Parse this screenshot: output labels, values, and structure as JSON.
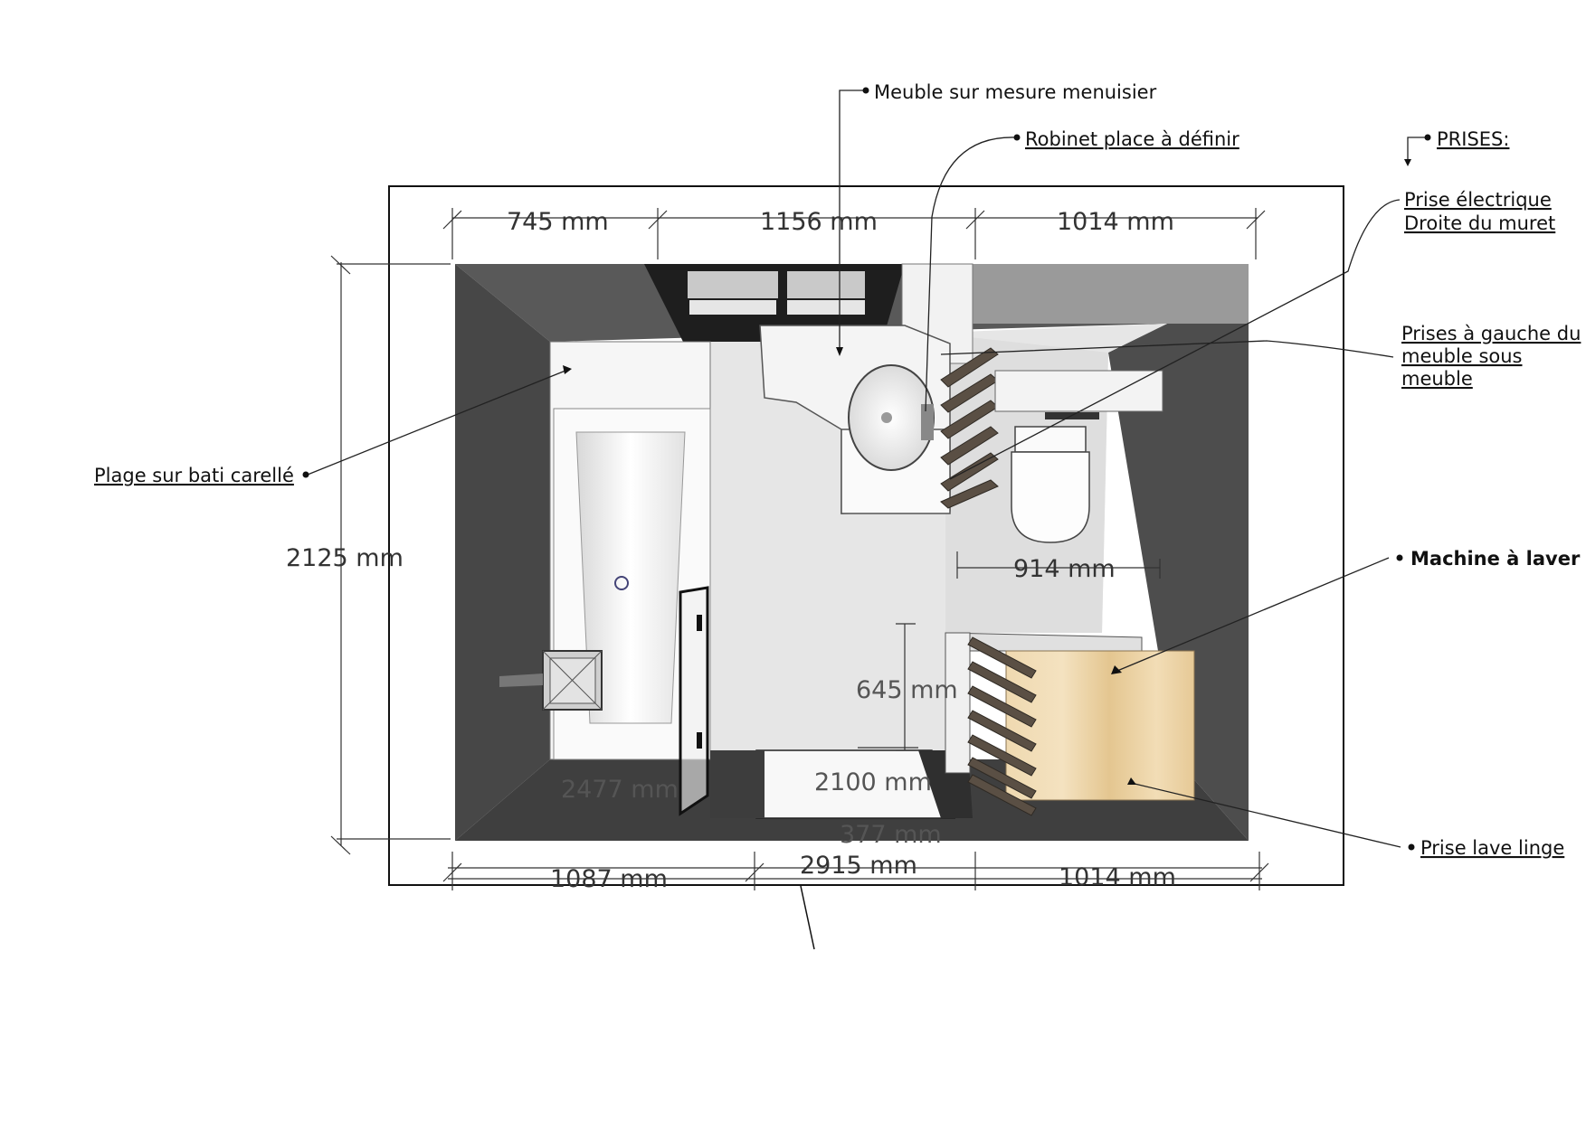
{
  "labels": {
    "meuble": "Meuble sur mesure menuisier",
    "robinet": "Robinet place à définir",
    "prises_title": "PRISES:",
    "prise_elec_1": "Prise électrique",
    "prise_elec_2": "Droite du muret",
    "prises_gauche_1": "Prises à gauche du",
    "prises_gauche_2": "meuble sous",
    "prises_gauche_3": "meuble",
    "plage": "Plage sur bati carellé",
    "machine": "Machine à laver",
    "prise_lave": "Prise lave linge"
  },
  "dimensions": {
    "top_left": "745 mm",
    "top_mid": "1156 mm",
    "top_right": "1014 mm",
    "left_height": "2125 mm",
    "toilet_width": "914 mm",
    "machine_depth": "645 mm",
    "bath_length": "2477 mm",
    "door_height": "2100 mm",
    "door_step": "377 mm",
    "bottom_left": "1087 mm",
    "bottom_total": "2915 mm",
    "bottom_right": "1014 mm"
  },
  "colors": {
    "wall": "#4a4a4a",
    "floor": "#e4e4e4",
    "wood": "#e8cfa0",
    "rack": "#5a4f44"
  }
}
